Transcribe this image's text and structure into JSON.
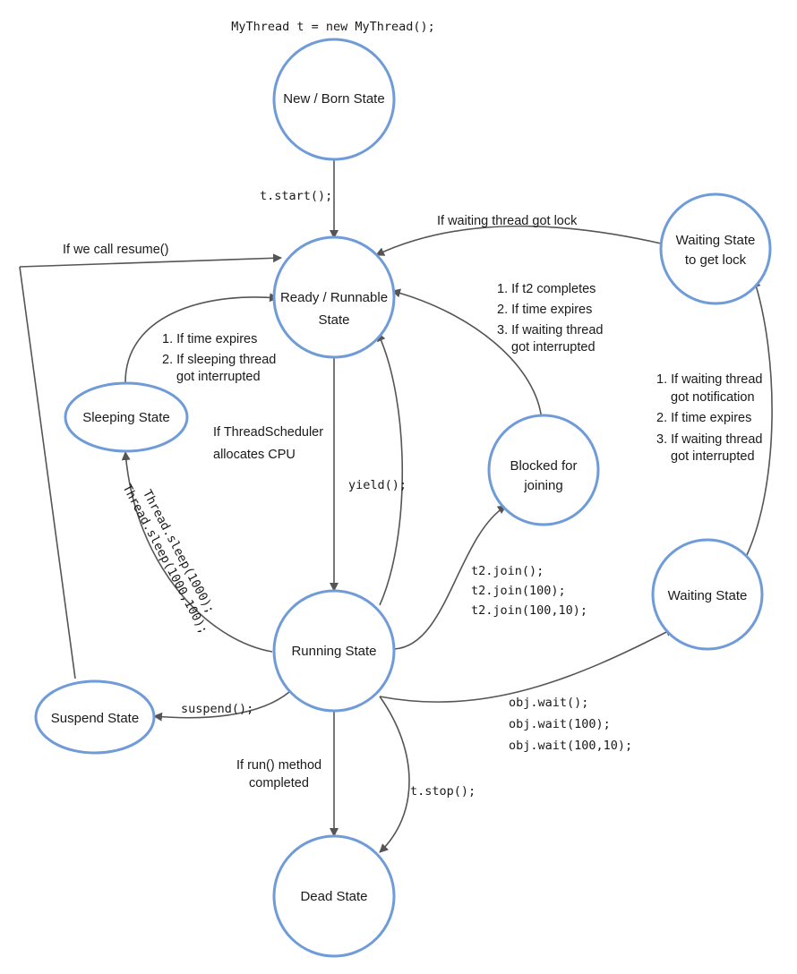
{
  "colors": {
    "node_stroke": "#6f9bd8",
    "edge": "#555555",
    "text": "#1a1a1a"
  },
  "top_code": "MyThread t = new MyThread();",
  "states": {
    "new": [
      "New / Born State"
    ],
    "ready": [
      "Ready / Runnable",
      "State"
    ],
    "running": [
      "Running State"
    ],
    "dead": [
      "Dead State"
    ],
    "sleeping": [
      "Sleeping State"
    ],
    "suspend": [
      "Suspend State"
    ],
    "blocked": [
      "Blocked for",
      "joining"
    ],
    "waiting": [
      "Waiting State"
    ],
    "waiting_lock": [
      "Waiting State",
      "to get lock"
    ]
  },
  "labels": {
    "start": "t.start();",
    "resume": "If we call resume()",
    "got_lock": "If waiting thread got lock",
    "sleep_wake": [
      "1. If time expires",
      "2. If sleeping thread",
      "got interrupted"
    ],
    "join_wake": [
      "1. If t2 completes",
      "2. If time expires",
      "3. If waiting thread",
      "got interrupted"
    ],
    "wait_wake": [
      "1. If waiting thread",
      "got notification",
      "2. If time expires",
      "3. If waiting thread",
      "got interrupted"
    ],
    "scheduler": [
      "If ThreadScheduler",
      "allocates CPU"
    ],
    "yield": "yield();",
    "sleep_calls": [
      "Thread.sleep(1000);",
      "Thread.sleep(1000,100);"
    ],
    "join_calls": [
      "t2.join();",
      "t2.join(100);",
      "t2.join(100,10);"
    ],
    "suspend": "suspend();",
    "wait_calls": [
      "obj.wait();",
      "obj.wait(100);",
      "obj.wait(100,10);"
    ],
    "run_done": [
      "If run() method",
      "completed"
    ],
    "stop": "t.stop();"
  }
}
